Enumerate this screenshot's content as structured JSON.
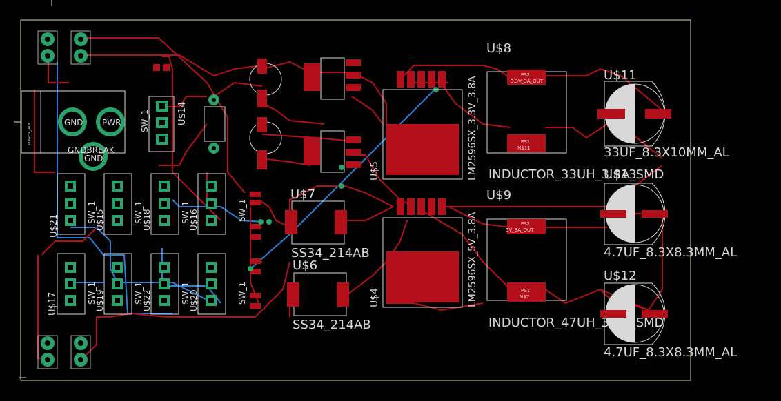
{
  "board": {
    "background": "#000000",
    "outline_color": "#d8d8b0",
    "copper_top": "#b4101c",
    "copper_bottom": "#2a7fd4",
    "silk": "#d8d8d8",
    "via": "#2aa36a"
  },
  "labels": {
    "u8": "U$8",
    "u9": "U$9",
    "u11": "U$11",
    "u13": "U$13",
    "u12": "U$12",
    "u7": "U$7",
    "u6": "U$6",
    "u5": "U$5",
    "u4": "U$4",
    "u14": "U$14",
    "u15": "U$15",
    "u16": "U$16",
    "u17": "U$17",
    "u18": "U$18",
    "u19": "U$19",
    "u20": "U$20",
    "u21": "U$21",
    "u22": "U$22",
    "sw1": "SW_1",
    "ss34_top": "SS34_214AB",
    "ss34_bot": "SS34_214AB",
    "lm_33": "LM2596SX_3.3V_3.8A",
    "lm_5": "LM2596SX_5V_3.8A",
    "ind_33": "INDUCTOR_33UH_3.8A_SMD",
    "ind_47": "INDUCTOR_47UH_3.8A_SMD",
    "cap_33uf": "33UF_8.3X10MM_AL",
    "cap_47a": "4.7UF_8.3X8.3MM_AL",
    "cap_47b": "4.7UF_8.3X8.3MM_AL",
    "gnd": "GND",
    "pwr": "PWR",
    "gndbreak": "GNDBREAK",
    "gndbreak2": "GND",
    "power_jack": "POWER_JACK",
    "ps2_33": "3.3V_3A_OUT",
    "ps1_33": "N$11",
    "ps2_5": "5V_3A_OUT",
    "ps1_5": "N$7",
    "ps2": "PS2",
    "ps1": "PS1"
  }
}
